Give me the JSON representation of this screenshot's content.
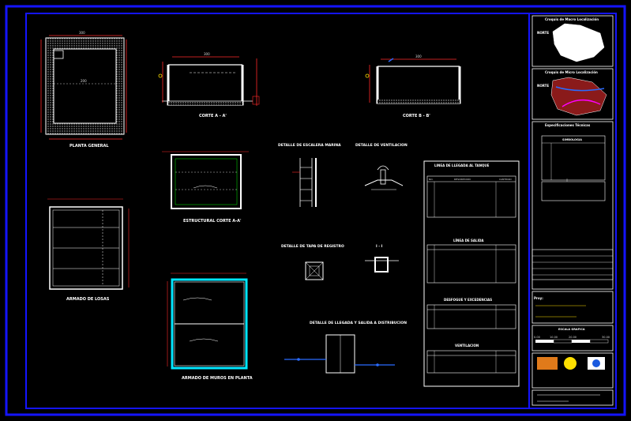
{
  "drawing": {
    "plan_title": "PLANTA GENERAL",
    "section_aa_title": "CORTE  A - A'",
    "section_bb_title": "CORTE  B - B'",
    "structural_title": "ESTRUCTURAL CORTE A-A'",
    "slab_title": "ARMADO DE LOSAS",
    "walls_title": "ARMADO DE MUROS EN PLANTA",
    "ladder_title": "DETALLE DE ESCALERA MARINA",
    "vent_title": "DETALLE DE VENTILACION",
    "lid_title": "DETALLE DE TAPA DE REGISTRO",
    "inlet_title": "DETALLE DE LLEGADA Y SALIDA A DISTRIBUCION",
    "section_mark": "I - I",
    "dim_300": "300",
    "dim_200": "200"
  },
  "tables": {
    "inlet_table_title": "LINEA DE LLEGADA AL TANQUE",
    "outlet_table_title": "LÍNEA DE SALIDA",
    "overflow_table_title": "DESFOGUE Y EXCEDENCIAS",
    "vent_table_title": "VENTILACION",
    "col_no": "NO.",
    "col_desc": "DESCRIPCION",
    "col_qty": "CANTIDAD"
  },
  "title_block": {
    "location_title": "Croquis de Macro Localización",
    "location2_title": "Croquis de Micro Localización",
    "north_label": "NORTE",
    "specs_title": "Especificaciones Técnicas",
    "legend_title": "SIMBOLOGIA",
    "project_label": "Proy:",
    "scale_label": "ESCALA GRAFICA",
    "scale_marks": [
      "0.00",
      "10.00",
      "20.00",
      "30.00"
    ]
  },
  "colors": {
    "frame": "#1414ff",
    "wall": "#ffffff",
    "dimension": "#ff2a2a",
    "fill": "#00e6ff",
    "accent": "#ffe000",
    "green": "#00c800",
    "magenta": "#ff00ff"
  }
}
